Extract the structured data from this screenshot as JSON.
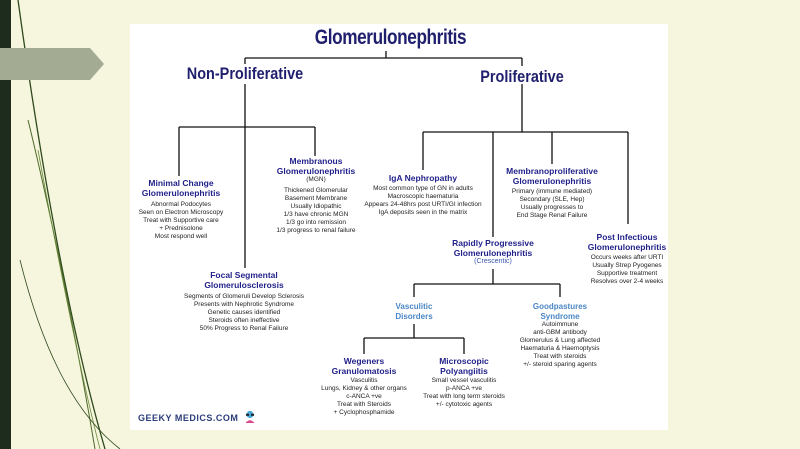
{
  "title": "Glomerulonephritis",
  "branches": {
    "left": "Non-Proliferative",
    "right": "Proliferative"
  },
  "nodes": {
    "minimal_change": {
      "title": [
        "Minimal Change",
        "Glomerulonephritis"
      ],
      "lines": [
        "Abnormal Podocytes",
        "Seen on Electron Microscopy",
        "Treat with Supportive care",
        "+ Prednisolone",
        "Most respond well"
      ]
    },
    "membranous": {
      "title": [
        "Membranous",
        "Glomerulonephritis"
      ],
      "subtitle": "(MGN)",
      "lines": [
        "Thickened Glomerular",
        "Basement Membrane",
        "Usually Idiopathic",
        "1/3 have chronic MGN",
        "1/3 go into remission",
        "1/3 progress to renal failure"
      ]
    },
    "fsgs": {
      "title": [
        "Focal Segmental",
        "Glomerulosclerosis"
      ],
      "lines": [
        "Segments of Glomeruli Develop Sclerosis",
        "Presents with Nephrotic Syndrome",
        "Genetic causes identified",
        "Steroids often ineffective",
        "50% Progress to Renal Failure"
      ]
    },
    "iga": {
      "title": [
        "IgA Nephropathy"
      ],
      "lines": [
        "Most common type of GN in adults",
        "Macroscopic haematuria",
        "Appears 24-48hrs post URTI/GI infection",
        "IgA deposits seen in the matrix"
      ]
    },
    "mpgn": {
      "title": [
        "Membranoproliferative",
        "Glomerulonephritis"
      ],
      "lines": [
        "Primary (immune mediated)",
        "Secondary (SLE, Hep)",
        "Usually progresses to",
        "End Stage Renal Failure"
      ]
    },
    "rpgn": {
      "title": [
        "Rapidly Progressive",
        "Glomerulonephritis"
      ],
      "subtitle": "(Crescentic)"
    },
    "post_infectious": {
      "title": [
        "Post Infectious",
        "Glomerulonephritis"
      ],
      "lines": [
        "Occurs weeks after URTI",
        "Usually Strep Pyogenes",
        "Supportive treatment",
        "Resolves over 2-4 weeks"
      ]
    },
    "vasculitic": {
      "title": [
        "Vasculitic",
        "Disorders"
      ]
    },
    "goodpasture": {
      "title": [
        "Goodpastures",
        "Syndrome"
      ],
      "lines": [
        "Autoimmune",
        "anti-GBM antibody",
        "Glomerulus & Lung affected",
        "Haematuria & Haemoptysis",
        "Treat with steroids",
        "+/- steroid sparing agents"
      ]
    },
    "wegeners": {
      "title": [
        "Wegeners",
        "Granulomatosis"
      ],
      "lines": [
        "Vasculitis",
        "Lungs, Kidney & other organs",
        "c-ANCA +ve",
        "Treat with Steroids",
        "+ Cyclophosphamide"
      ]
    },
    "polyangiitis": {
      "title": [
        "Microscopic",
        "Polyangiitis"
      ],
      "lines": [
        "Small vessel vasculitis",
        "p-ANCA +ve",
        "Treat with long term steroids",
        "+/- cytotoxic agents"
      ]
    }
  },
  "logo": "GEEKY MEDICS.COM",
  "colors": {
    "background": "#f6f5dd",
    "heading_navy": "#1f1f6e",
    "node_title": "#22228a",
    "teal_title": "#4a86c5",
    "arrow_tab": "#a3ab92",
    "left_bar": "#1d2c1c",
    "curve_green": "#2f4a1d"
  }
}
